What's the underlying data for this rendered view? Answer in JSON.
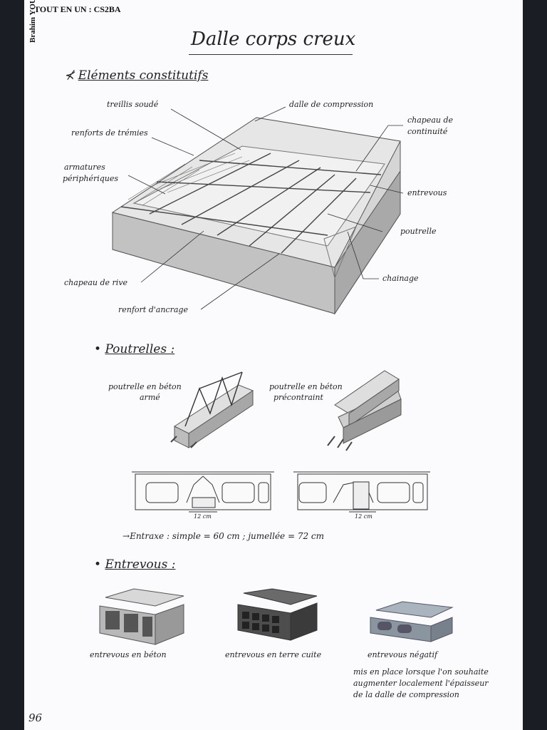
{
  "header": {
    "book": "TOUT EN UN : CS2BA",
    "author": "Brahim YOUNS"
  },
  "title": "Dalle corps creux",
  "sections": {
    "elements": "Eléments constitutifs",
    "poutrelles": "Poutrelles :",
    "entrevous": "Entrevous :"
  },
  "slab_labels": {
    "treillis": "treillis soudé",
    "renforts_tremies": "renforts de trémies",
    "armatures_1": "armatures",
    "armatures_2": "périphériques",
    "chapeau_rive": "chapeau de rive",
    "renfort_ancrage": "renfort d'ancrage",
    "dalle_compression": "dalle de compression",
    "chapeau_continuite_1": "chapeau de",
    "chapeau_continuite_2": "continuité",
    "entrevous": "entrevous",
    "poutrelle": "poutrelle",
    "chainage": "chainage"
  },
  "poutrelle_labels": {
    "beton_arme_1": "poutrelle en béton",
    "beton_arme_2": "armé",
    "precontraint_1": "poutrelle en béton",
    "precontraint_2": "précontraint"
  },
  "sections_dim": {
    "left": "12 cm",
    "right": "12 cm"
  },
  "entraxe": "Entraxe : simple = 60 cm ; jumellée = 72 cm",
  "entrevous_labels": {
    "beton": "entrevous en béton",
    "terre_cuite": "entrevous en terre cuite",
    "negatif": "entrevous négatif",
    "negatif_note_1": "mis en place lorsque l'on souhaite",
    "negatif_note_2": "augmenter localement l'épaisseur",
    "negatif_note_3": "de la dalle de compression"
  },
  "page_number": "96"
}
